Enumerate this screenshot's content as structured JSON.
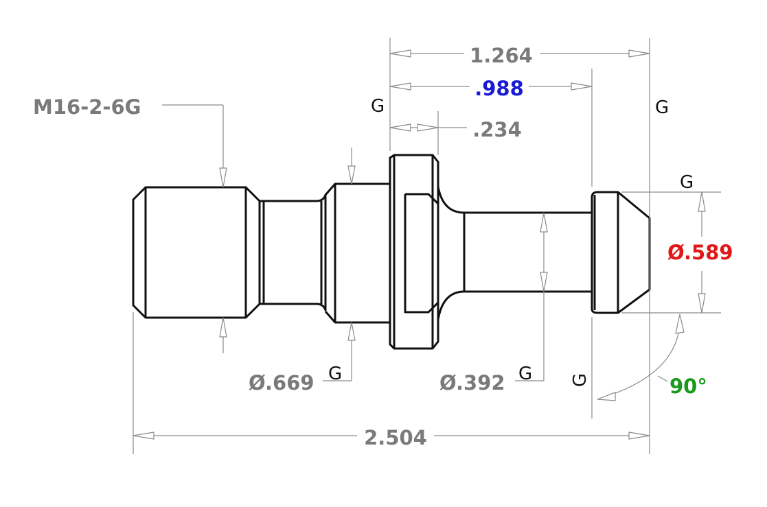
{
  "dimensions": {
    "thread": "M16-2-6G",
    "overall_length": "2.504",
    "top_length": "1.264",
    "mid_length": ".988",
    "flange_width": ".234",
    "dia_669": "Ø.669",
    "dia_392": "Ø.392",
    "dia_589": "Ø.589",
    "angle": "90°"
  },
  "ground_symbol": "G",
  "colors": {
    "part": "#111111",
    "dimension": "#8a8a8a",
    "mid_length": "#1a1ad6",
    "dia_589": "#e01818",
    "angle": "#1a9a1a"
  }
}
